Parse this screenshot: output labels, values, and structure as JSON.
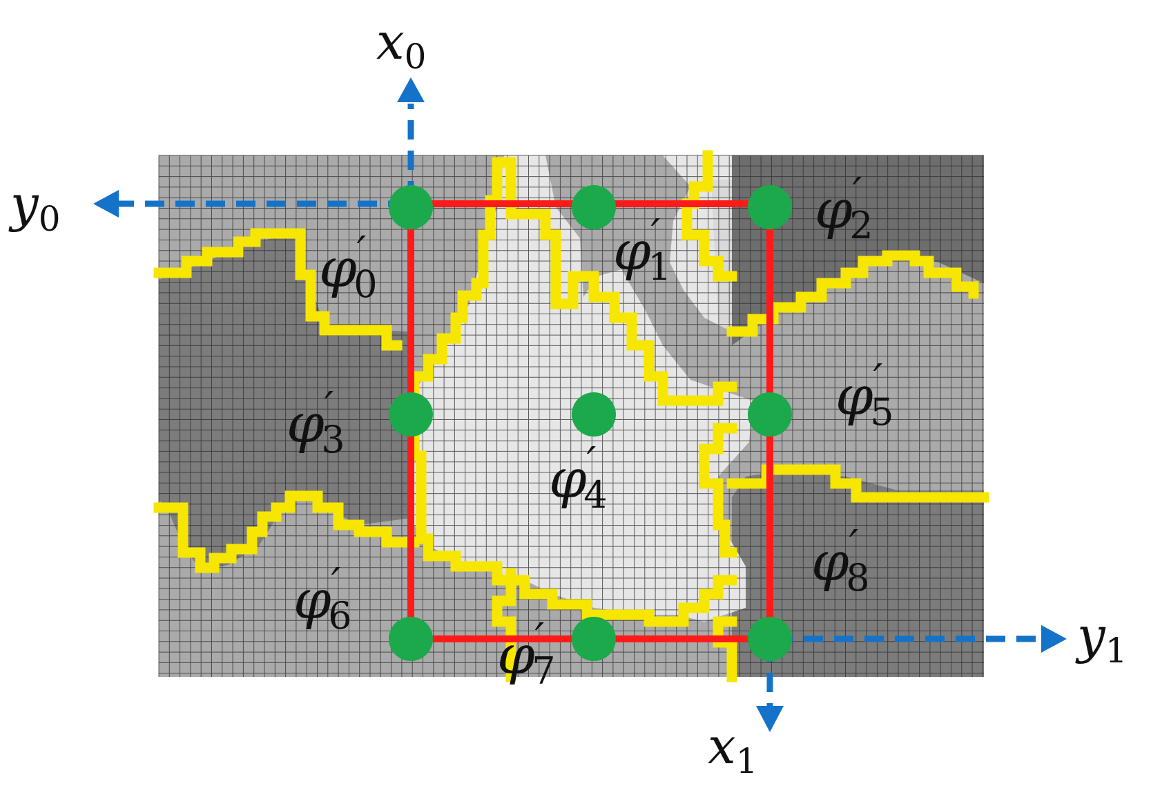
{
  "axes": {
    "x0": {
      "base": "x",
      "sub": "0"
    },
    "y0": {
      "base": "y",
      "sub": "0"
    },
    "x1": {
      "base": "x",
      "sub": "1"
    },
    "y1": {
      "base": "y",
      "sub": "1"
    }
  },
  "phi_symbol": "φ",
  "prime": "′",
  "phi_labels": [
    "0",
    "1",
    "2",
    "3",
    "4",
    "5",
    "6",
    "7",
    "8"
  ],
  "colors": {
    "cell_border": "#2b2b2b",
    "region_light": "#e6e6e6",
    "region_mid": "#aaaaaa",
    "region_dark": "#7c7c7c",
    "region_darker": "#6e6e6e",
    "boundary": "#f7e600",
    "rectangle": "#ff1a1a",
    "nodes": "#1ba94c",
    "axis_arrows": "#1473c8",
    "text": "#111111"
  }
}
